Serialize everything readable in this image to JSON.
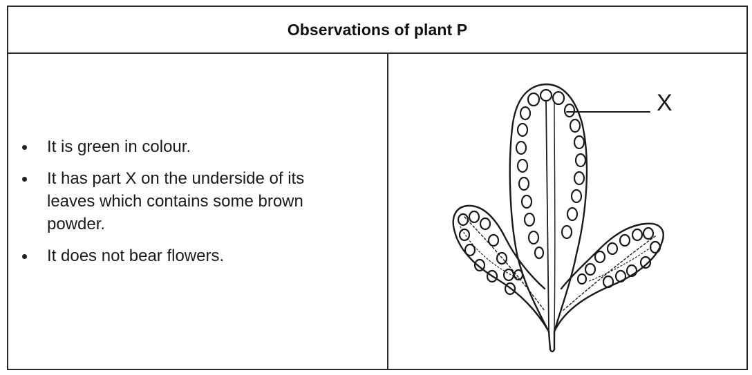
{
  "header": {
    "title": "Observations of plant P"
  },
  "observations": [
    "It is green in colour.",
    "It has part X on the underside of its leaves which contains some brown powder.",
    "It does not bear flowers."
  ],
  "diagram": {
    "label": "X"
  }
}
